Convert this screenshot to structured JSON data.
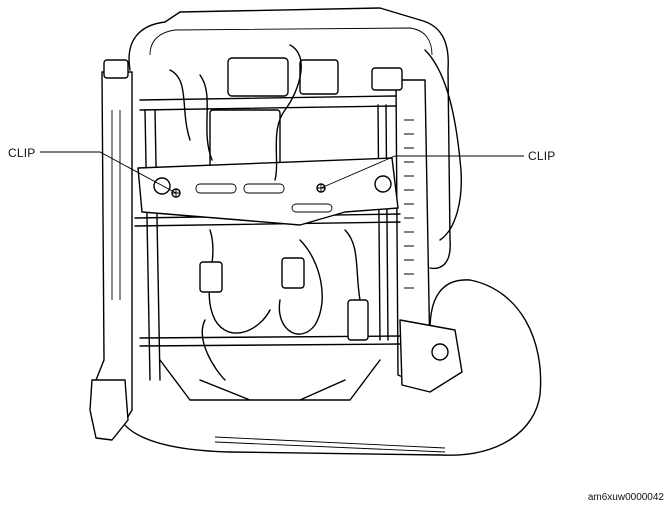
{
  "callouts": {
    "left_label": "CLIP",
    "right_label": "CLIP"
  },
  "figure_id": "am6xuw0000042",
  "colors": {
    "line": "#000000",
    "background": "#ffffff"
  }
}
